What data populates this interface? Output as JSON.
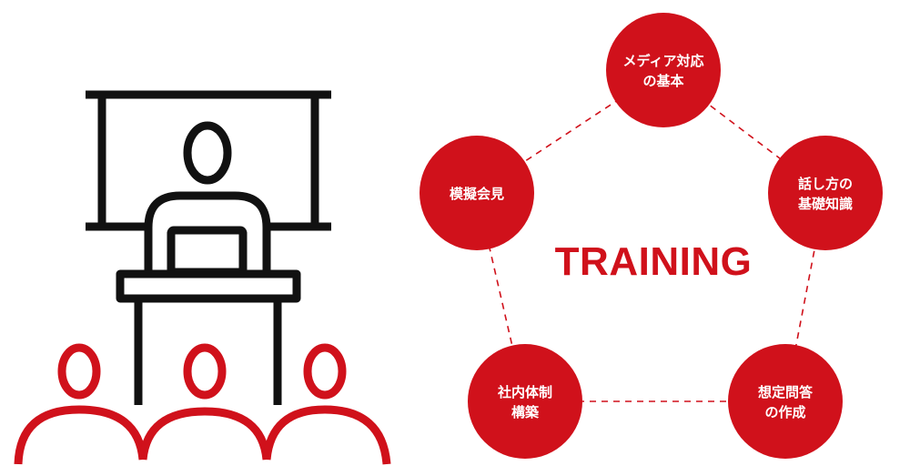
{
  "colors": {
    "accent": "#d0111b",
    "line": "#111111",
    "node_text": "#ffffff"
  },
  "icons": {
    "presenter": "presenter-at-podium-icon",
    "audience": "audience-icon"
  },
  "diagram": {
    "center_title": "TRAINING",
    "nodes": [
      {
        "id": "media",
        "lines": [
          "メディア対応",
          "の基本"
        ]
      },
      {
        "id": "speaking",
        "lines": [
          "話し方の",
          "基礎知識"
        ]
      },
      {
        "id": "qa",
        "lines": [
          "想定問答",
          "の作成"
        ]
      },
      {
        "id": "org",
        "lines": [
          "社内体制",
          "構築"
        ]
      },
      {
        "id": "mock",
        "lines": [
          "模擬会見"
        ]
      }
    ]
  }
}
